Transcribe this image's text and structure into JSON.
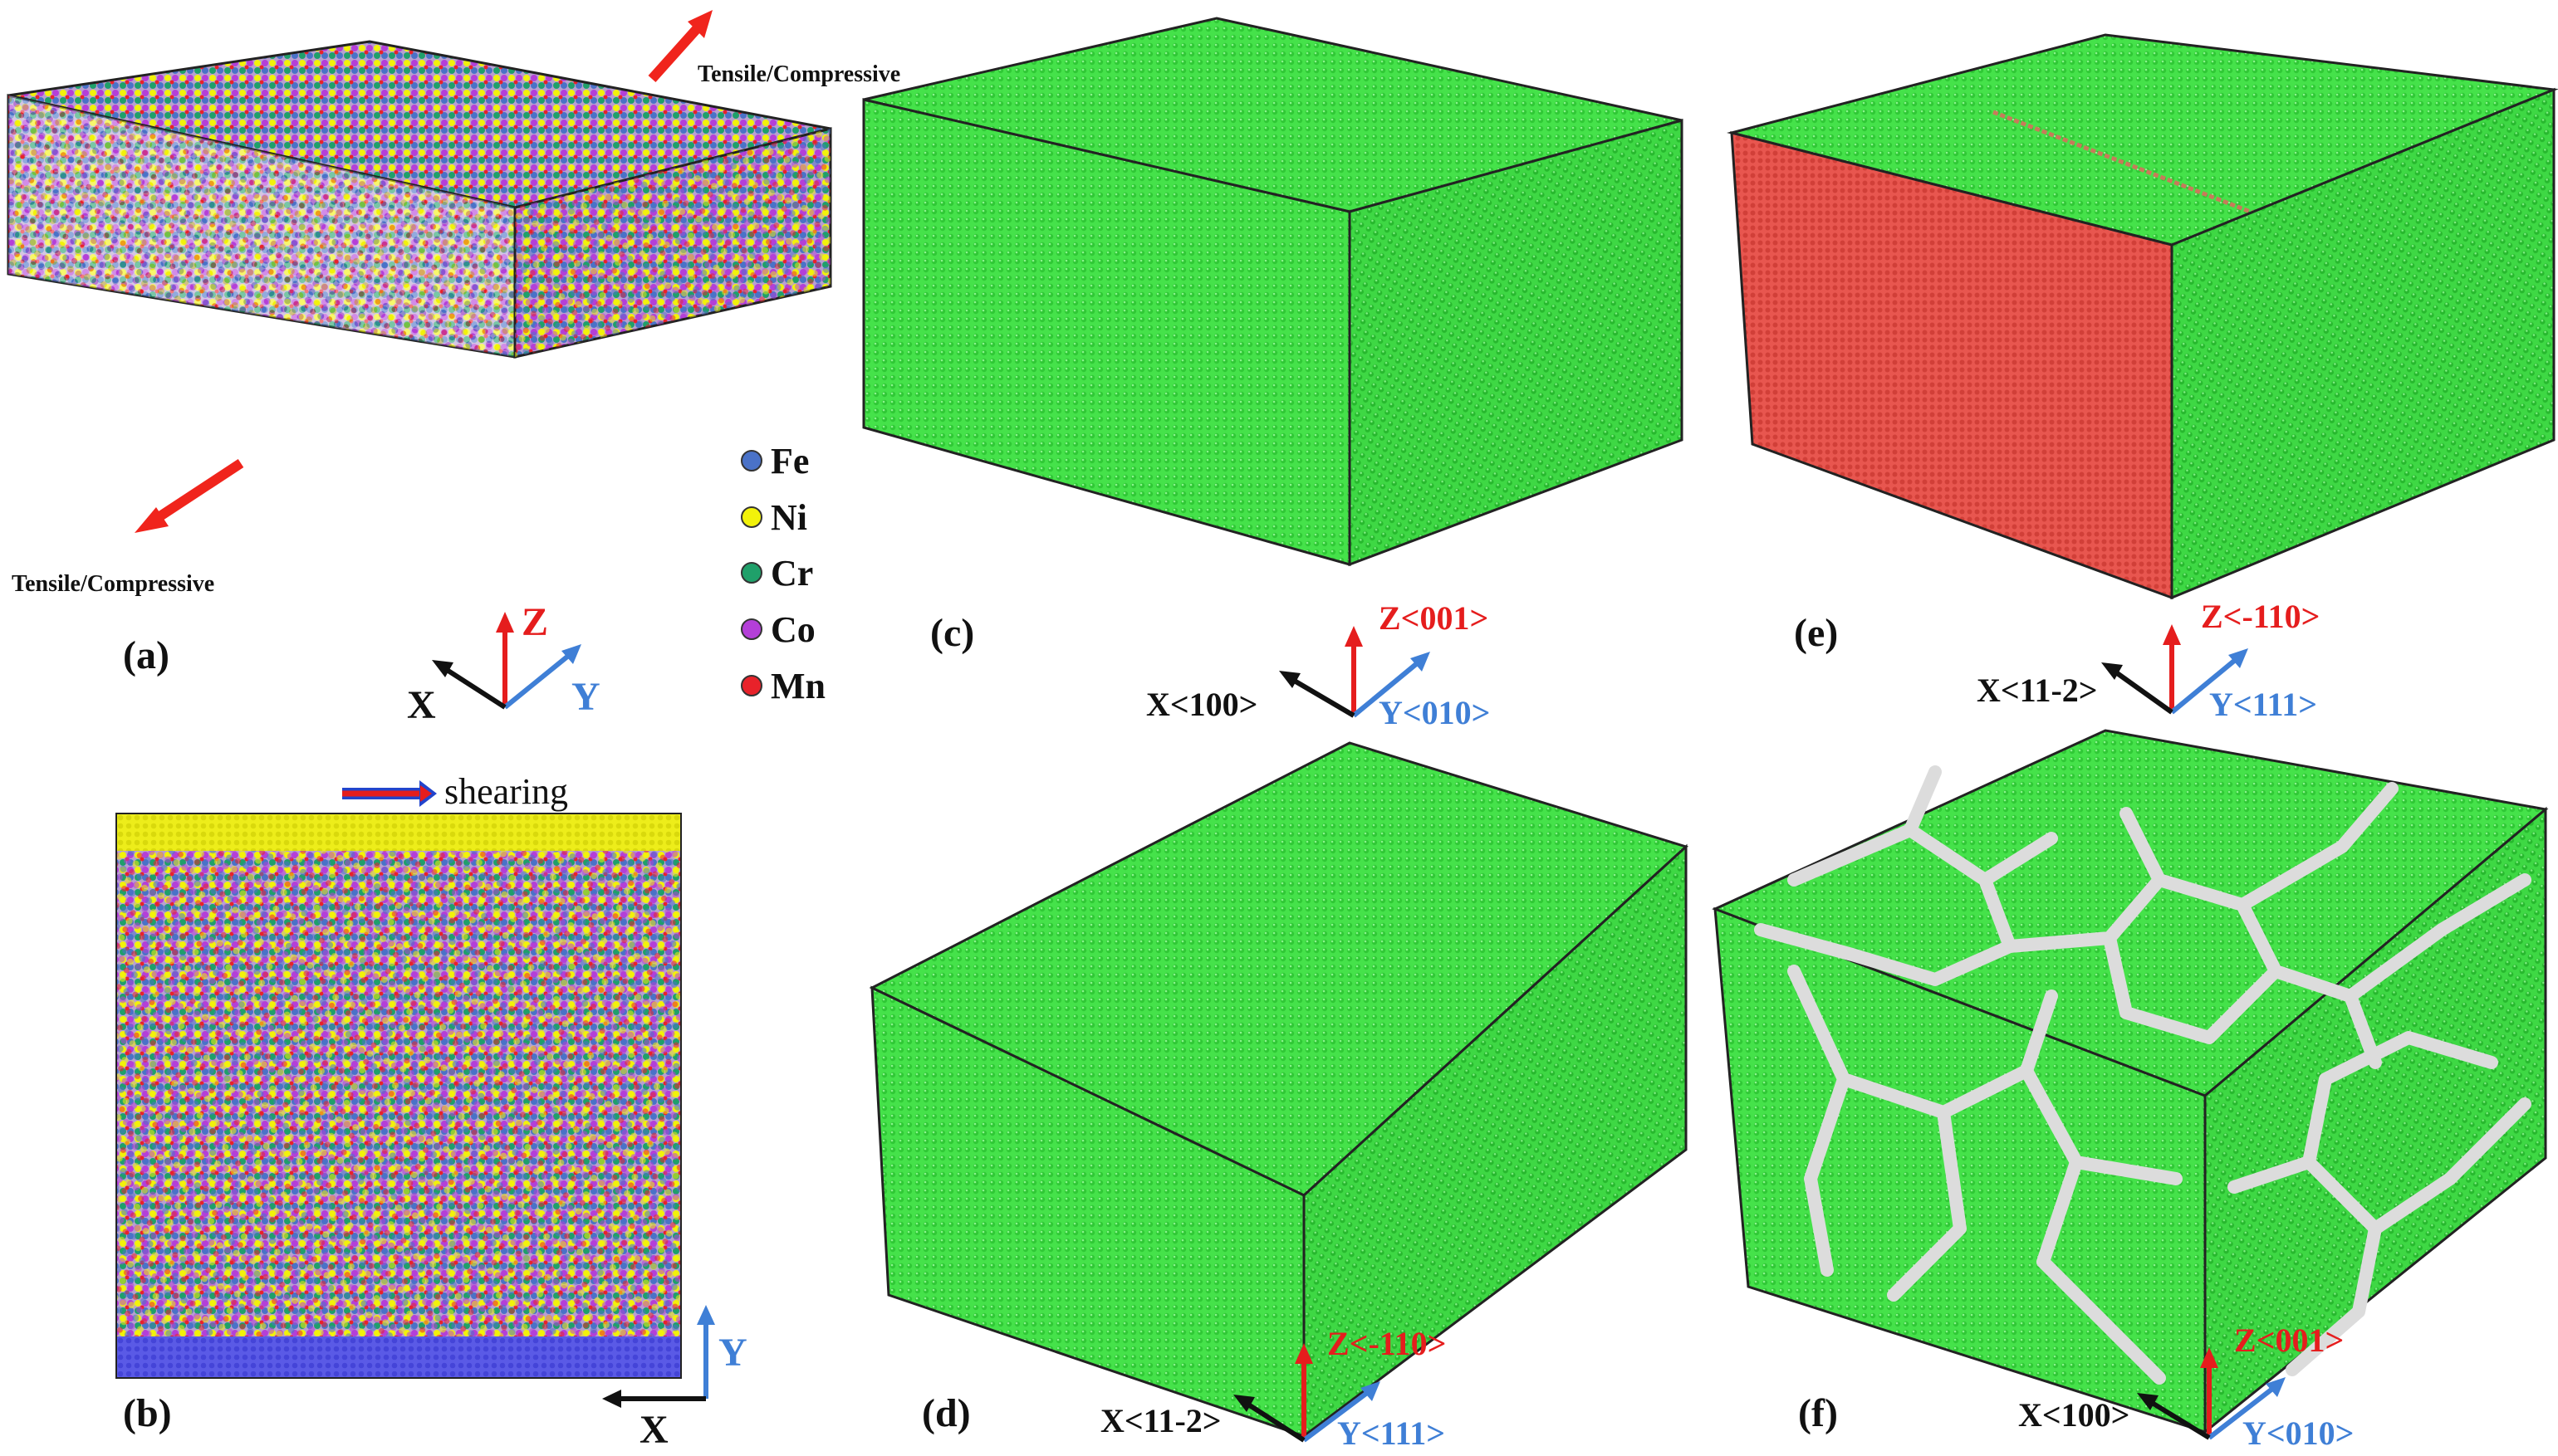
{
  "colors": {
    "fe": "#4a72c8",
    "ni": "#f2f20a",
    "cr": "#1fa06a",
    "co": "#b43fd8",
    "mn": "#e8222a",
    "green": "#3ee042",
    "green_dark": "#25b52b",
    "red_face": "#e8564f",
    "gb": "#dcdcdc",
    "axis_z": "#e51d1d",
    "axis_y": "#3f7fd6",
    "axis_x": "#111111",
    "arrow_red": "#f0241c"
  },
  "panels": {
    "a": {
      "label": "(a)",
      "load_label_top": "Tensile/Compressive",
      "load_label_bottom": "Tensile/Compressive",
      "axis_z": "Z",
      "axis_x": "X",
      "axis_y": "Y"
    },
    "legend": [
      {
        "symbol": "Fe",
        "color_key": "fe"
      },
      {
        "symbol": "Ni",
        "color_key": "ni"
      },
      {
        "symbol": "Cr",
        "color_key": "cr"
      },
      {
        "symbol": "Co",
        "color_key": "co"
      },
      {
        "symbol": "Mn",
        "color_key": "mn"
      }
    ],
    "b": {
      "label": "(b)",
      "shearing_label": "shearing",
      "axis_y": "Y",
      "axis_x": "X"
    },
    "c": {
      "label": "(c)",
      "axis_z": "Z<001>",
      "axis_x": "X<100>",
      "axis_y": "Y<010>"
    },
    "d": {
      "label": "(d)",
      "axis_z": "Z<-110>",
      "axis_x": "X<11-2>",
      "axis_y": "Y<111>"
    },
    "e": {
      "label": "(e)",
      "axis_z": "Z<-110>",
      "axis_x": "X<11-2>",
      "axis_y": "Y<111>"
    },
    "f": {
      "label": "(f)",
      "axis_z": "Z<001>",
      "axis_x": "X<100>",
      "axis_y": "Y<010>"
    }
  }
}
